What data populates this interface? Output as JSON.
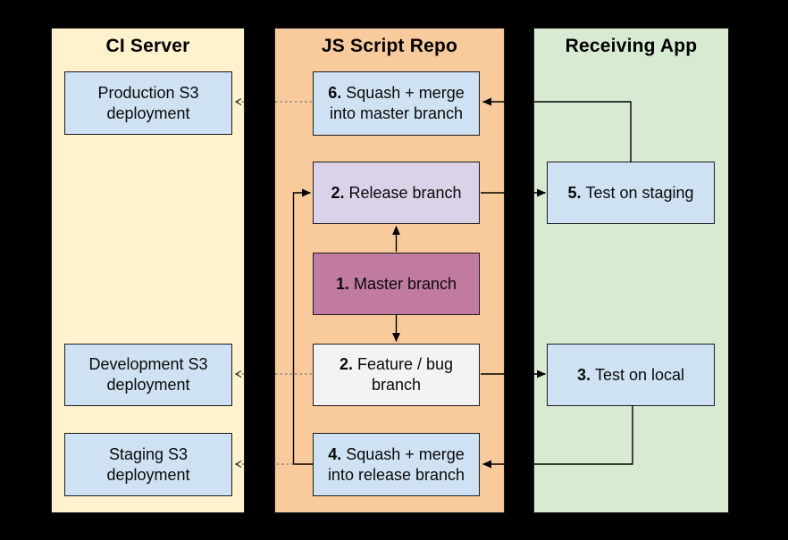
{
  "colors": {
    "background": "#000000",
    "lane_ci": "#FFF2CC",
    "lane_repo": "#F9CB9C",
    "lane_app": "#D9EAD3",
    "box_blue": "#CFE2F3",
    "box_lavender": "#D9D2E9",
    "box_pink": "#C27BA0",
    "box_gray": "#F3F3F3",
    "box_border": "#1B1B1B",
    "solid_connector": "#000000",
    "dotted_connector": "#7A7A7A",
    "dotted_arrowhead": "#333333"
  },
  "lanes": {
    "ci": {
      "title": "CI Server"
    },
    "repo": {
      "title": "JS Script Repo"
    },
    "app": {
      "title": "Receiving App"
    }
  },
  "boxes": {
    "production": {
      "num": "",
      "label": "Production S3 deployment"
    },
    "squash_master": {
      "num": "6.",
      "label": "Squash + merge into master branch"
    },
    "release": {
      "num": "2.",
      "label": "Release branch"
    },
    "master": {
      "num": "1.",
      "label": "Master branch"
    },
    "feature": {
      "num": "2.",
      "label": "Feature / bug branch"
    },
    "squash_release": {
      "num": "4.",
      "label": "Squash + merge into release branch"
    },
    "test_staging": {
      "num": "5.",
      "label": "Test on staging"
    },
    "test_local": {
      "num": "3.",
      "label": "Test on local"
    },
    "development": {
      "num": "",
      "label": "Development S3 deployment"
    },
    "staging": {
      "num": "",
      "label": "Staging S3 deployment"
    }
  }
}
